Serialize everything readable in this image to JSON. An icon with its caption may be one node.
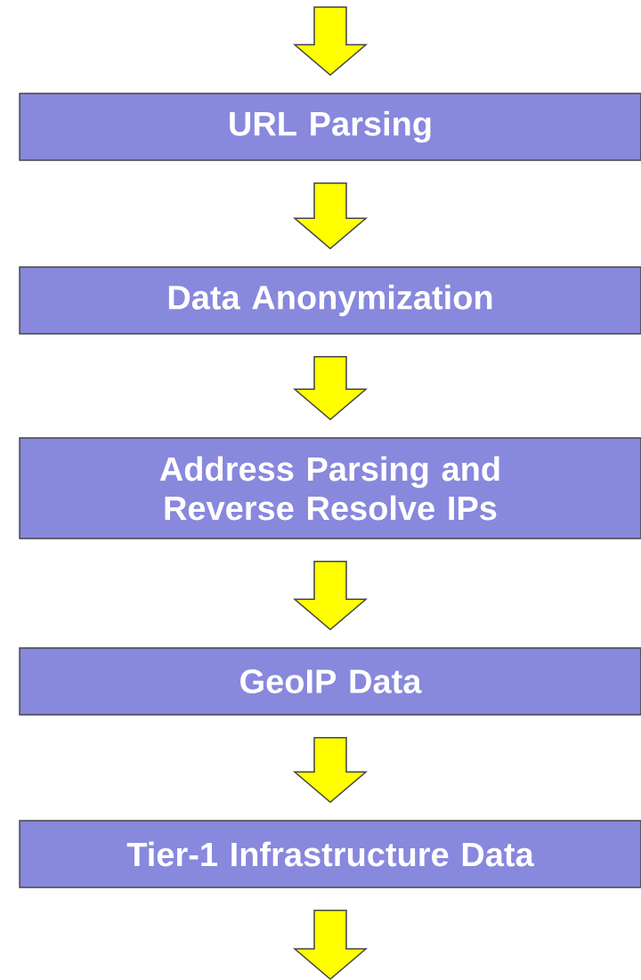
{
  "diagram": {
    "nodes": [
      {
        "text": [
          "URL Parsing"
        ]
      },
      {
        "text": [
          "Data Anonymization"
        ]
      },
      {
        "text": [
          "Address Parsing and Reverse Resolve IPs"
        ]
      },
      {
        "text": [
          "GeoIP Data"
        ]
      },
      {
        "text": [
          "Tier-1 Infrastructure Data"
        ]
      }
    ],
    "edges": [
      {
        "from": null,
        "to": 0,
        "arrow": "to"
      },
      {
        "from": 0,
        "to": 1,
        "arrow": "to"
      },
      {
        "from": 1,
        "to": 2,
        "arrow": "to"
      },
      {
        "from": 2,
        "to": 3,
        "arrow": "to"
      },
      {
        "from": 3,
        "to": 4,
        "arrow": "to"
      },
      {
        "from": 4,
        "to": null,
        "arrow": "to"
      }
    ]
  }
}
